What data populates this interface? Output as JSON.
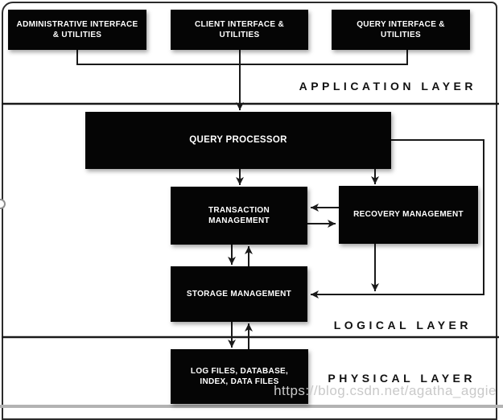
{
  "diagram": {
    "boxes": {
      "admin": {
        "lines": [
          "ADMINISTRATIVE INTERFACE",
          "& UTILITIES"
        ]
      },
      "client": {
        "lines": [
          "CLIENT INTERFACE &",
          "UTILITIES"
        ]
      },
      "query": {
        "lines": [
          "QUERY INTERFACE &",
          "UTILITIES"
        ]
      },
      "query_processor": {
        "label": "QUERY PROCESSOR"
      },
      "transaction": {
        "lines": [
          "TRANSACTION",
          "MANAGEMENT"
        ]
      },
      "recovery": {
        "label": "RECOVERY MANAGEMENT"
      },
      "storage": {
        "label": "STORAGE MANAGEMENT"
      },
      "files": {
        "lines": [
          "LOG FILES, DATABASE,",
          "INDEX, DATA FILES"
        ]
      }
    },
    "layers": {
      "application": "APPLICATION LAYER",
      "logical": "LOGICAL LAYER",
      "physical": "PHYSICAL LAYER"
    },
    "colors": {
      "box_fill": "#050505",
      "box_text": "#ffffff",
      "line": "#1a1a1a",
      "watermark": "#c9c9c9"
    }
  },
  "watermark": "https://blog.csdn.net/agatha_aggie"
}
